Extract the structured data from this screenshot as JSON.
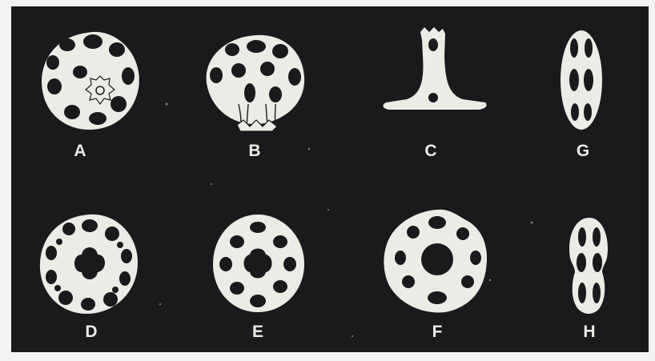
{
  "plate": {
    "background_color": "#1a1a1c",
    "shape_color": "#ecece7",
    "labels": {
      "A": "A",
      "B": "B",
      "C": "C",
      "G": "G",
      "D": "D",
      "E": "E",
      "F": "F",
      "H": "H"
    }
  }
}
